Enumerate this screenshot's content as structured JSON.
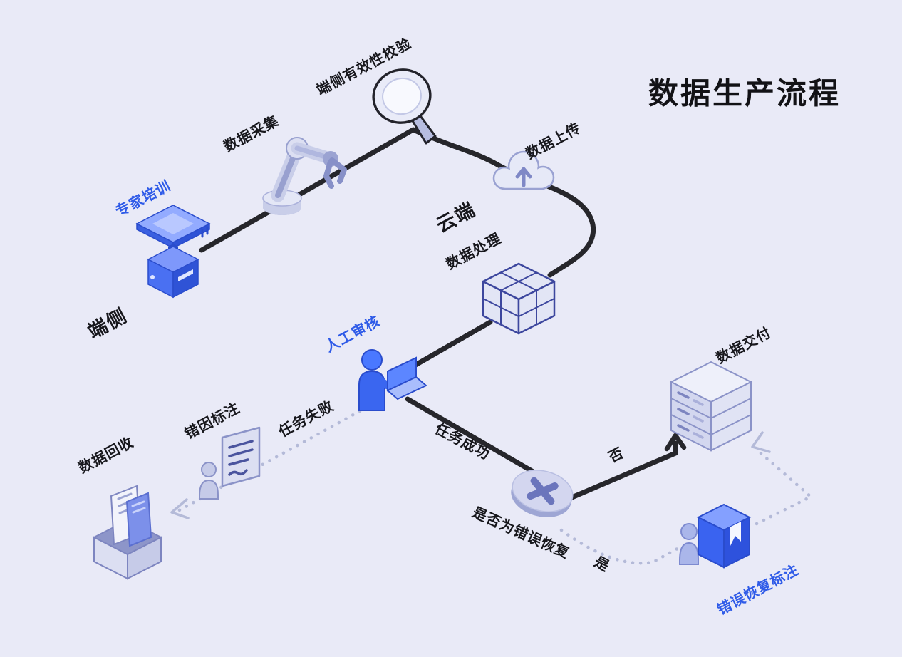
{
  "title": "数据生产流程",
  "zones": {
    "device": "端侧",
    "cloud": "云端"
  },
  "nodes": {
    "expert_training": "专家培训",
    "data_collection": "数据采集",
    "device_validation": "端侧有效性校验",
    "data_upload": "数据上传",
    "data_processing": "数据处理",
    "manual_review": "人工审核",
    "error_cause_annotation": "错因标注",
    "data_recycle": "数据回收",
    "decision": "是否为错误恢复",
    "data_delivery": "数据交付",
    "error_recovery_annotation": "错误恢复标注"
  },
  "edge_labels": {
    "task_failed": "任务失败",
    "task_success": "任务成功",
    "no": "否",
    "yes": "是"
  },
  "edges": [
    {
      "from": "expert_training",
      "to": "data_collection",
      "style": "solid"
    },
    {
      "from": "data_collection",
      "to": "device_validation",
      "style": "solid"
    },
    {
      "from": "device_validation",
      "to": "data_upload",
      "style": "solid"
    },
    {
      "from": "data_upload",
      "to": "data_processing",
      "style": "solid"
    },
    {
      "from": "data_processing",
      "to": "manual_review",
      "style": "solid"
    },
    {
      "from": "manual_review",
      "to": "decision",
      "style": "solid",
      "label": "任务成功"
    },
    {
      "from": "manual_review",
      "to": "error_cause_annotation",
      "style": "dotted",
      "label": "任务失败"
    },
    {
      "from": "error_cause_annotation",
      "to": "data_recycle",
      "style": "dotted"
    },
    {
      "from": "decision",
      "to": "data_delivery",
      "style": "solid",
      "label": "否"
    },
    {
      "from": "decision",
      "to": "error_recovery_annotation",
      "style": "dotted",
      "label": "是"
    },
    {
      "from": "error_recovery_annotation",
      "to": "data_delivery",
      "style": "dotted"
    }
  ],
  "colors": {
    "background": "#e9eaf7",
    "accent_blue": "#2f5be8",
    "solid_line": "#26262b",
    "dotted_line": "#b4bad8",
    "icon_fill": "#d6daf0",
    "icon_stroke": "#8b93c8",
    "text": "#17171c"
  }
}
